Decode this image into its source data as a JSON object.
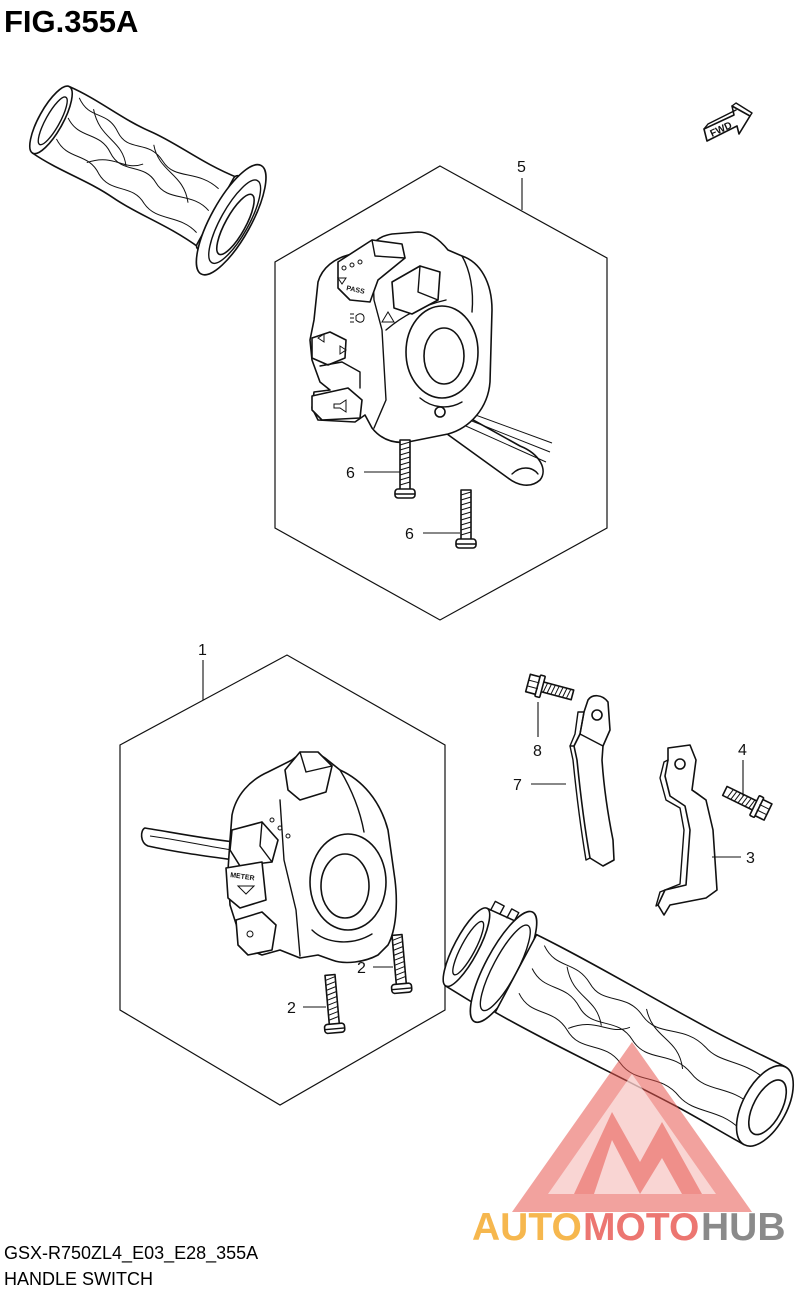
{
  "figure": {
    "title": "FIG.355A",
    "model_code": "GSX-R750ZL4_E03_E28_355A",
    "name": "HANDLE SWITCH"
  },
  "direction_marker": {
    "label": "FWD",
    "icon": "forward-arrow-icon"
  },
  "callouts": {
    "right_switch_assembly": "5",
    "right_switch_screw_upper": "6",
    "right_switch_screw_lower": "6",
    "left_switch_assembly": "1",
    "left_switch_screw_right": "2",
    "left_switch_screw_left": "2",
    "bracket_bolt_upper": "8",
    "upper_bracket": "7",
    "bracket_bolt_lower": "4",
    "lower_bracket": "3"
  },
  "switch_markings": {
    "passing": "PASS",
    "meter": "METER"
  },
  "watermark": {
    "part1": "AUTO",
    "part2": "MOTO",
    "part3": "HUB",
    "colors": {
      "part1": "#F4A623",
      "part2": "#E8554E",
      "part3": "#6E6E6E",
      "logo": "#E8554E"
    }
  }
}
